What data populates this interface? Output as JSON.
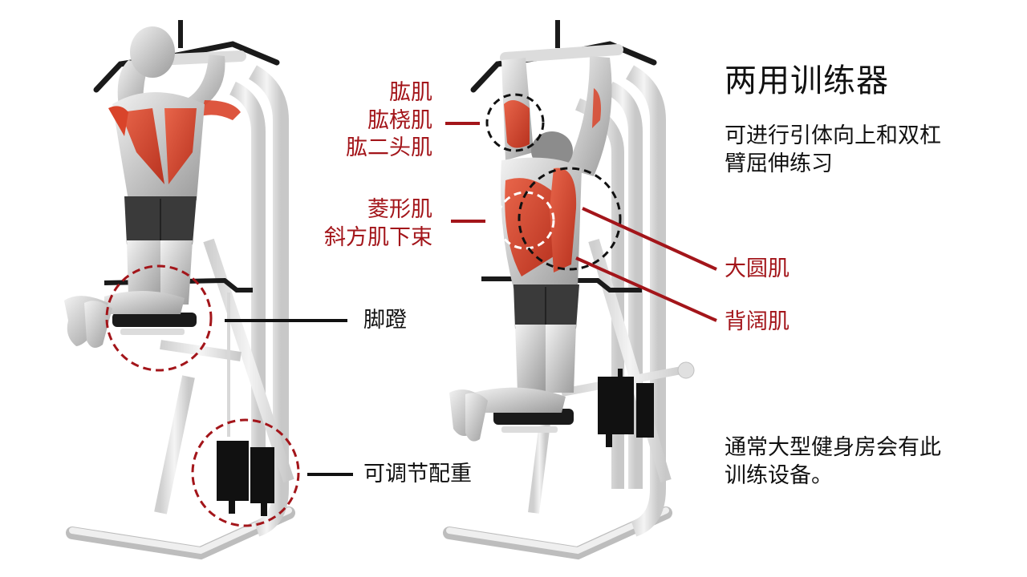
{
  "title": "两用训练器",
  "description": {
    "line1": "可进行引体向上和双杠",
    "line2": "臂屈伸练习"
  },
  "footnote": {
    "line1": "通常大型健身房会有此",
    "line2": "训练设备。"
  },
  "muscle_labels": {
    "arm_group": [
      "肱肌",
      "肱桡肌",
      "肱二头肌"
    ],
    "mid_back_group": [
      "菱形肌",
      "斜方肌下束"
    ],
    "teres_major": "大圆肌",
    "latissimus": "背阔肌"
  },
  "equipment_labels": {
    "foot_pedal": "脚蹬",
    "adjustable_weight": "可调节配重"
  },
  "colors": {
    "accent_red": "#a3151a",
    "muscle_red": "#d9442a",
    "frame_gray": "#e4e4e4",
    "text_black": "#111111"
  }
}
